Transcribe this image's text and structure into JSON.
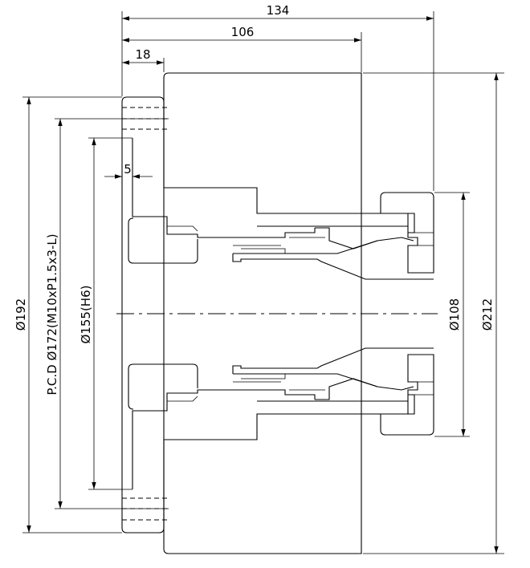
{
  "drawing": {
    "dimensions": {
      "overall_length": "134",
      "body_length": "106",
      "flange_thickness": "18",
      "step_offset": "5",
      "diameter_192": "Ø192",
      "pcd": "P.C.D  Ø172(M10xP1.5x3-L)",
      "bore_diameter": "Ø155(H6)",
      "nose_diameter": "Ø108",
      "body_diameter": "Ø212"
    }
  }
}
